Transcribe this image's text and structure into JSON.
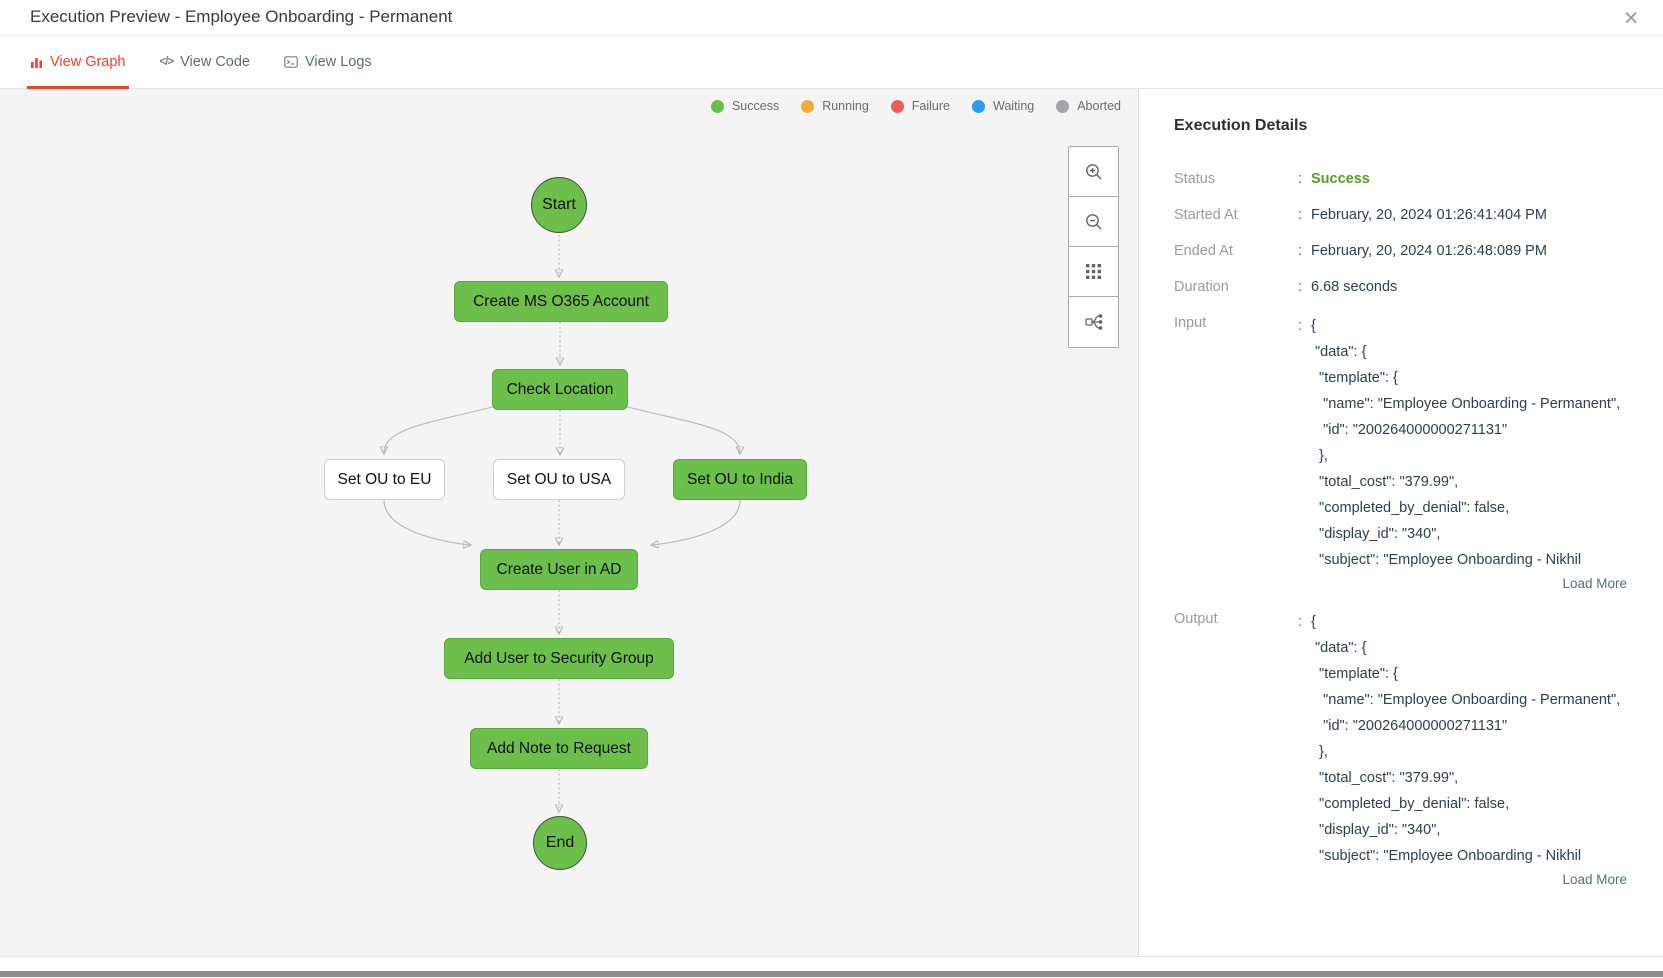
{
  "window": {
    "title": "Execution Preview - Employee Onboarding - Permanent",
    "close_glyph": "×"
  },
  "tabs": {
    "view_graph": "View Graph",
    "view_code": "View Code",
    "view_logs": "View Logs",
    "code_icon_glyph": "</>"
  },
  "legend": {
    "items": [
      {
        "label": "Success",
        "color": "#6abf4a"
      },
      {
        "label": "Running",
        "color": "#f2ab3c"
      },
      {
        "label": "Failure",
        "color": "#f05c52"
      },
      {
        "label": "Waiting",
        "color": "#2e9bf0"
      },
      {
        "label": "Aborted",
        "color": "#a2a7ab"
      }
    ]
  },
  "flow": {
    "nodes": [
      {
        "label": "Start",
        "shape": "circle",
        "status": "success"
      },
      {
        "label": "Create MS O365 Account",
        "shape": "rect",
        "status": "success"
      },
      {
        "label": "Check Location",
        "shape": "rect",
        "status": "success"
      },
      {
        "label": "Set OU to EU",
        "shape": "rect",
        "status": "not-executed"
      },
      {
        "label": "Set OU to USA",
        "shape": "rect",
        "status": "not-executed"
      },
      {
        "label": "Set OU to India",
        "shape": "rect",
        "status": "success"
      },
      {
        "label": "Create User in AD",
        "shape": "rect",
        "status": "success"
      },
      {
        "label": "Add User to Security Group",
        "shape": "rect",
        "status": "success"
      },
      {
        "label": "Add Note to Request",
        "shape": "rect",
        "status": "success"
      },
      {
        "label": "End",
        "shape": "circle",
        "status": "success"
      }
    ]
  },
  "details": {
    "title": "Execution Details",
    "rows": [
      {
        "label": "Status",
        "value": "Success"
      },
      {
        "label": "Started At",
        "value": "February, 20, 2024 01:26:41:404 PM"
      },
      {
        "label": "Ended At",
        "value": "February, 20, 2024 01:26:48:089 PM"
      },
      {
        "label": "Duration",
        "value": "6.68 seconds"
      }
    ],
    "input": {
      "label": "Input",
      "lines": [
        "{",
        " \"data\": {",
        "  \"template\": {",
        "   \"name\": \"Employee Onboarding - Permanent\",",
        "   \"id\": \"200264000000271131\"",
        "  },",
        "  \"total_cost\": \"379.99\",",
        "  \"completed_by_denial\": false,",
        "  \"display_id\": \"340\",",
        "  \"subject\": \"Employee Onboarding - Nikhil"
      ],
      "load_more": "Load More"
    },
    "output": {
      "label": "Output",
      "lines": [
        "{",
        " \"data\": {",
        "  \"template\": {",
        "   \"name\": \"Employee Onboarding - Permanent\",",
        "   \"id\": \"200264000000271131\"",
        "  },",
        "  \"total_cost\": \"379.99\",",
        "  \"completed_by_denial\": false,",
        "  \"display_id\": \"340\",",
        "  \"subject\": \"Employee Onboarding - Nikhil"
      ],
      "load_more": "Load More"
    }
  }
}
